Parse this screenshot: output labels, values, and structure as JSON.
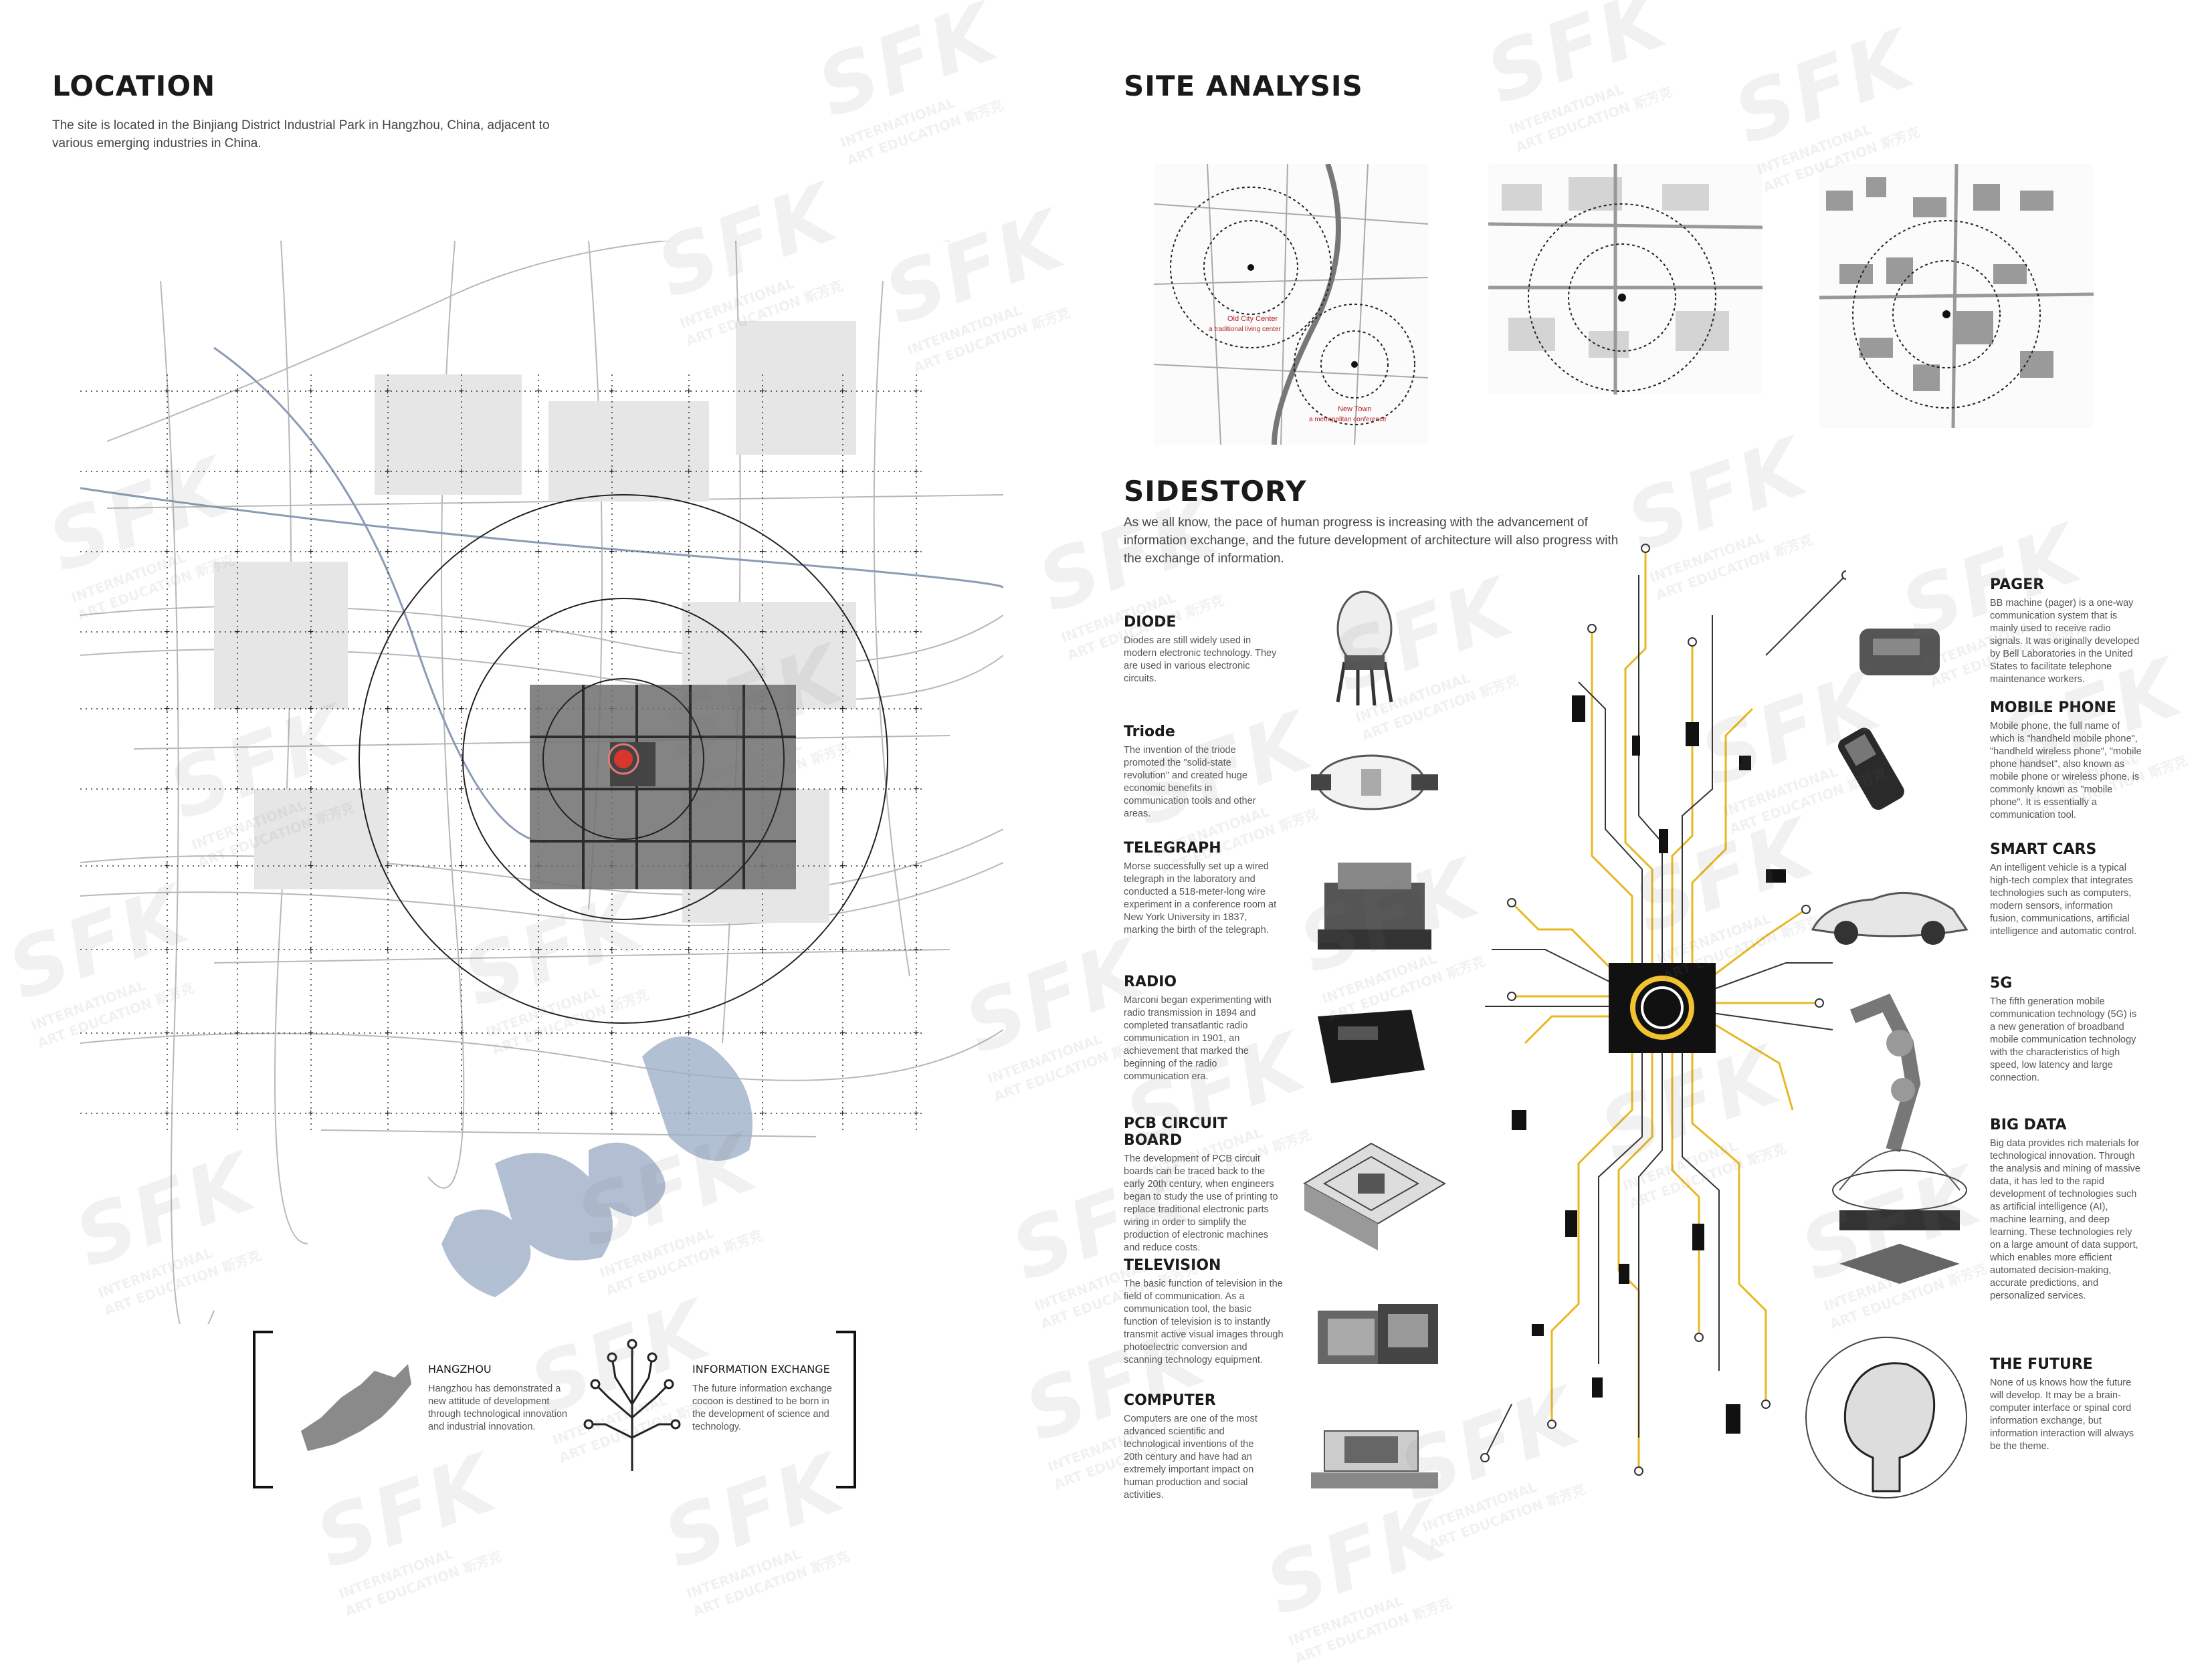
{
  "location": {
    "title": "LOCATION",
    "intro": "The site is located in the Binjiang District Industrial Park in Hangzhou, China, adjacent to various emerging industries in China."
  },
  "site_analysis": {
    "title": "SITE ANALYSIS",
    "map1_label1": "Old City Center",
    "map1_sub1": "a traditional living center",
    "map1_label2": "New Town",
    "map1_sub2": "a metropolitan conference"
  },
  "sidestory": {
    "title": "SIDESTORY",
    "intro": "As we all know, the pace of human progress is increasing with the advancement of information exchange, and the future development of architecture will also progress with the exchange of information.",
    "left_items": [
      {
        "title": "DIODE",
        "text": "Diodes are still widely used in modern electronic technology. They are used in various electronic circuits."
      },
      {
        "title": "Triode",
        "text": "The invention of the triode promoted the \"solid-state revolution\" and created huge economic benefits in communication tools and other areas."
      },
      {
        "title": "TELEGRAPH",
        "text": "Morse successfully set up a wired telegraph in the laboratory and conducted a 518-meter-long wire experiment in a conference room at New York University in 1837, marking the birth of the telegraph."
      },
      {
        "title": "RADIO",
        "text": "Marconi began experimenting with radio transmission in 1894 and completed transatlantic radio communication in 1901, an achievement that marked the beginning of the radio communication era."
      },
      {
        "title": "PCB CIRCUIT BOARD",
        "text": "The development of PCB circuit boards can be traced back to the early 20th century, when engineers began to study the use of printing to replace traditional electronic parts wiring in order to simplify the production of electronic machines and reduce costs."
      },
      {
        "title": "TELEVISION",
        "text": "The basic function of television in the field of communication. As a communication tool, the basic function of television is to instantly transmit active visual images through photoelectric conversion and scanning technology equipment."
      },
      {
        "title": "COMPUTER",
        "text": "Computers are one of the most advanced scientific and technological inventions of the 20th century and have had an extremely important impact on human production and social activities."
      }
    ],
    "right_items": [
      {
        "title": "PAGER",
        "text": "BB machine (pager) is a one-way communication system that is mainly used to receive radio signals. It was originally developed by Bell Laboratories in the United States to facilitate telephone maintenance workers."
      },
      {
        "title": "MOBILE PHONE",
        "text": "Mobile phone, the full name of which is \"handheld mobile phone\", \"handheld wireless phone\", \"mobile phone handset\", also known as mobile phone or wireless phone, is commonly known as \"mobile phone\". It is essentially a communication tool."
      },
      {
        "title": "SMART CARS",
        "text": "An intelligent vehicle is a typical high-tech complex that integrates technologies such as computers, modern sensors, information fusion, communications, artificial intelligence and automatic control."
      },
      {
        "title": "5G",
        "text": "The fifth generation mobile communication technology (5G) is a new generation of broadband mobile communication technology with the characteristics of high speed, low latency and large connection."
      },
      {
        "title": "BIG DATA",
        "text": "Big data provides rich materials for technological innovation. Through the analysis and mining of massive data, it has led to the rapid development of technologies such as artificial intelligence (AI), machine learning, and deep learning. These technologies rely on a large amount of data support, which enables more efficient automated decision-making, accurate predictions, and personalized services."
      },
      {
        "title": "THE FUTURE",
        "text": "None of us knows how the future will develop. It may be a brain-computer interface or spinal cord information exchange, but information interaction will always be the theme."
      }
    ]
  },
  "legend": {
    "hangzhou_title": "HANGZHOU",
    "hangzhou_text": "Hangzhou has demonstrated a new attitude of development through technological innovation and industrial innovation.",
    "info_title": "INFORMATION EXCHANGE",
    "info_text": "The future information exchange cocoon is destined to be born in the development of science and technology."
  },
  "watermark": {
    "mark": "SFK",
    "line1": "INTERNATIONAL",
    "line2": "ART EDUCATION",
    "cn": "斯芳克"
  },
  "colors": {
    "accent_red": "#c0392b",
    "circuit_yellow": "#e8b820",
    "circuit_black": "#111111"
  }
}
